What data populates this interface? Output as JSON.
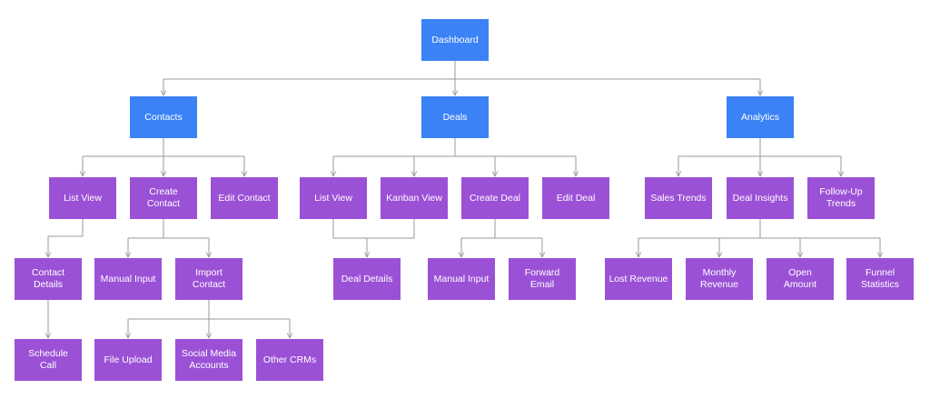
{
  "colors": {
    "root": "#3b82f6",
    "level1": "#3b82f6",
    "leaf": "#9b51d6",
    "edge": "#9a9a9a"
  },
  "nodes": [
    {
      "id": "dashboard",
      "label": "Dashboard",
      "parent": null,
      "level": 0
    },
    {
      "id": "contacts",
      "label": "Contacts",
      "parent": "dashboard",
      "level": 1
    },
    {
      "id": "deals",
      "label": "Deals",
      "parent": "dashboard",
      "level": 1
    },
    {
      "id": "analytics",
      "label": "Analytics",
      "parent": "dashboard",
      "level": 1
    },
    {
      "id": "c-list-view",
      "label": "List View",
      "parent": "contacts",
      "level": 2
    },
    {
      "id": "c-create-contact",
      "label": "Create\nContact",
      "parent": "contacts",
      "level": 2
    },
    {
      "id": "c-edit-contact",
      "label": "Edit Contact",
      "parent": "contacts",
      "level": 2
    },
    {
      "id": "d-list-view",
      "label": "List View",
      "parent": "deals",
      "level": 2
    },
    {
      "id": "d-kanban-view",
      "label": "Kanban View",
      "parent": "deals",
      "level": 2
    },
    {
      "id": "d-create-deal",
      "label": "Create Deal",
      "parent": "deals",
      "level": 2
    },
    {
      "id": "d-edit-deal",
      "label": "Edit Deal",
      "parent": "deals",
      "level": 2
    },
    {
      "id": "a-sales-trends",
      "label": "Sales Trends",
      "parent": "analytics",
      "level": 2
    },
    {
      "id": "a-deal-insights",
      "label": "Deal Insights",
      "parent": "analytics",
      "level": 2
    },
    {
      "id": "a-follow-up-trends",
      "label": "Follow-Up\nTrends",
      "parent": "analytics",
      "level": 2
    },
    {
      "id": "c-contact-details",
      "label": "Contact\nDetails",
      "parent": "c-list-view",
      "level": 3
    },
    {
      "id": "c-manual-input",
      "label": "Manual Input",
      "parent": "c-create-contact",
      "level": 3
    },
    {
      "id": "c-import-contact",
      "label": "Import\nContact",
      "parent": "c-create-contact",
      "level": 3
    },
    {
      "id": "d-deal-details",
      "label": "Deal Details",
      "parent": "d-list-view",
      "level": 3
    },
    {
      "id": "d-manual-input",
      "label": "Manual Input",
      "parent": "d-create-deal",
      "level": 3
    },
    {
      "id": "d-forward-email",
      "label": "Forward\nEmail",
      "parent": "d-create-deal",
      "level": 3
    },
    {
      "id": "a-lost-revenue",
      "label": "Lost Revenue",
      "parent": "a-deal-insights",
      "level": 3
    },
    {
      "id": "a-monthly-revenue",
      "label": "Monthly\nRevenue",
      "parent": "a-deal-insights",
      "level": 3
    },
    {
      "id": "a-open-amount",
      "label": "Open\nAmount",
      "parent": "a-deal-insights",
      "level": 3
    },
    {
      "id": "a-funnel-statistics",
      "label": "Funnel\nStatistics",
      "parent": "a-deal-insights",
      "level": 3
    },
    {
      "id": "c-schedule-call",
      "label": "Schedule\nCall",
      "parent": "c-contact-details",
      "level": 4
    },
    {
      "id": "c-file-upload",
      "label": "File Upload",
      "parent": "c-import-contact",
      "level": 4
    },
    {
      "id": "c-social-media-accounts",
      "label": "Social Media\nAccounts",
      "parent": "c-import-contact",
      "level": 4
    },
    {
      "id": "c-other-crms",
      "label": "Other CRMs",
      "parent": "c-import-contact",
      "level": 4
    }
  ],
  "extra_edges": [
    {
      "from": "d-kanban-view",
      "to": "d-deal-details"
    }
  ]
}
